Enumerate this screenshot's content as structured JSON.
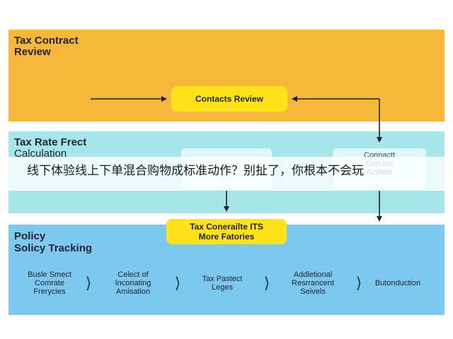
{
  "top_band": {
    "title": "Tax Contract\nReview",
    "pill": "Contacts Review"
  },
  "mid_band": {
    "title_line1": "Tax Rate Frect",
    "title_line2": "Calculation",
    "ghost_left": "",
    "ghost_right": "Connactt\nCort Ins\nAcrhets"
  },
  "overlay": {
    "text": "线下体验线上下单混合购物成标准动作？别扯了，你根本不会玩"
  },
  "bottom_band": {
    "title": "Policy\nSolicy Tracking",
    "pill": "Tax Conerailte ITS\nMore Fatories",
    "items": [
      "Busle Smect\nComrate\nFrerycies",
      "Celect of\nInconating\nAmisation",
      "Tax Pastect\nLeges",
      "Addletional\nResrrancent\nSeivels",
      "Butonduction"
    ]
  },
  "colors": {
    "top_band": "#f7b73a",
    "mid_band": "#a6e6ea",
    "bottom_band": "#7cc8ef",
    "pill": "#ffe21a",
    "arrow": "#1f2230"
  }
}
